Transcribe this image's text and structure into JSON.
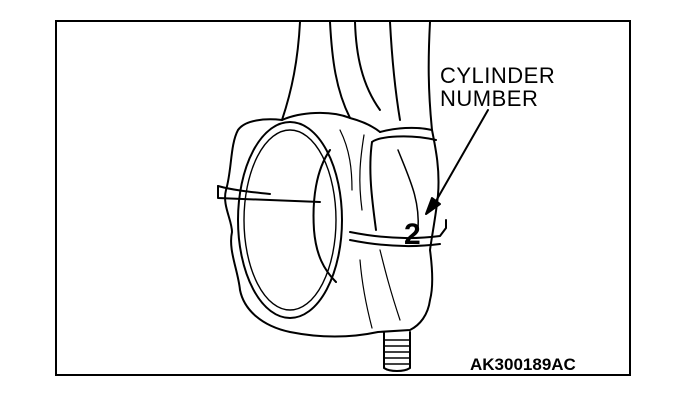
{
  "figure": {
    "callout_line1": "CYLINDER",
    "callout_line2": "NUMBER",
    "stamped_number": "2",
    "figure_id": "AK300189AC"
  },
  "colors": {
    "line": "#000000",
    "background": "#ffffff"
  }
}
